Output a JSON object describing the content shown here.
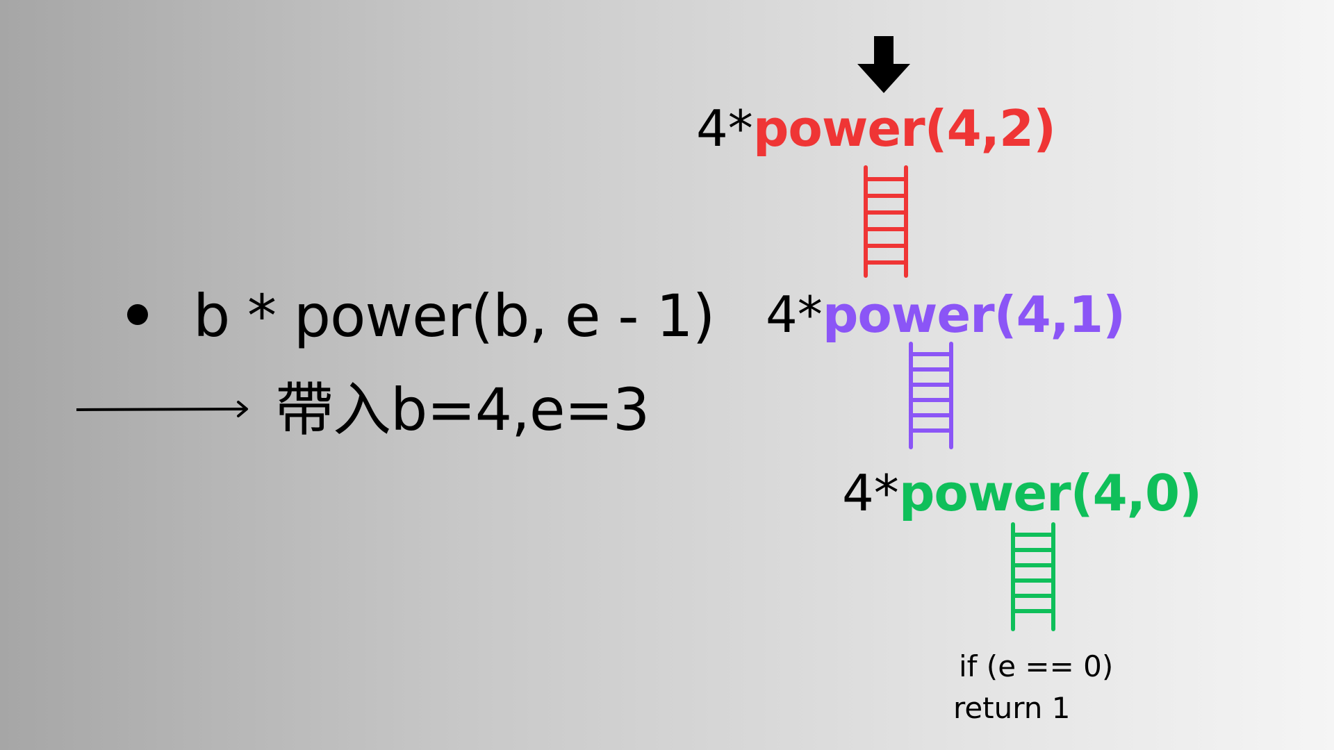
{
  "left": {
    "formula": "b * power(b, e - 1)",
    "substitution": "帶入b=4,e=3"
  },
  "chain": {
    "calls": [
      {
        "prefix": "4*",
        "fn": "power(4,2)",
        "color": "#ef3535"
      },
      {
        "prefix": "4*",
        "fn": "power(4,1)",
        "color": "#8b55f6"
      },
      {
        "prefix": "4*",
        "fn": "power(4,0)",
        "color": "#0fbf5a"
      }
    ],
    "base_case": {
      "line1": "if (e == 0)",
      "line2": "return 1"
    }
  },
  "colors": {
    "red": "#ef3535",
    "purple": "#8b55f6",
    "green": "#0fbf5a",
    "black": "#000000"
  },
  "icons": [
    "down-arrow-icon",
    "ladder-icon",
    "right-arrow-icon",
    "bullet-icon"
  ]
}
